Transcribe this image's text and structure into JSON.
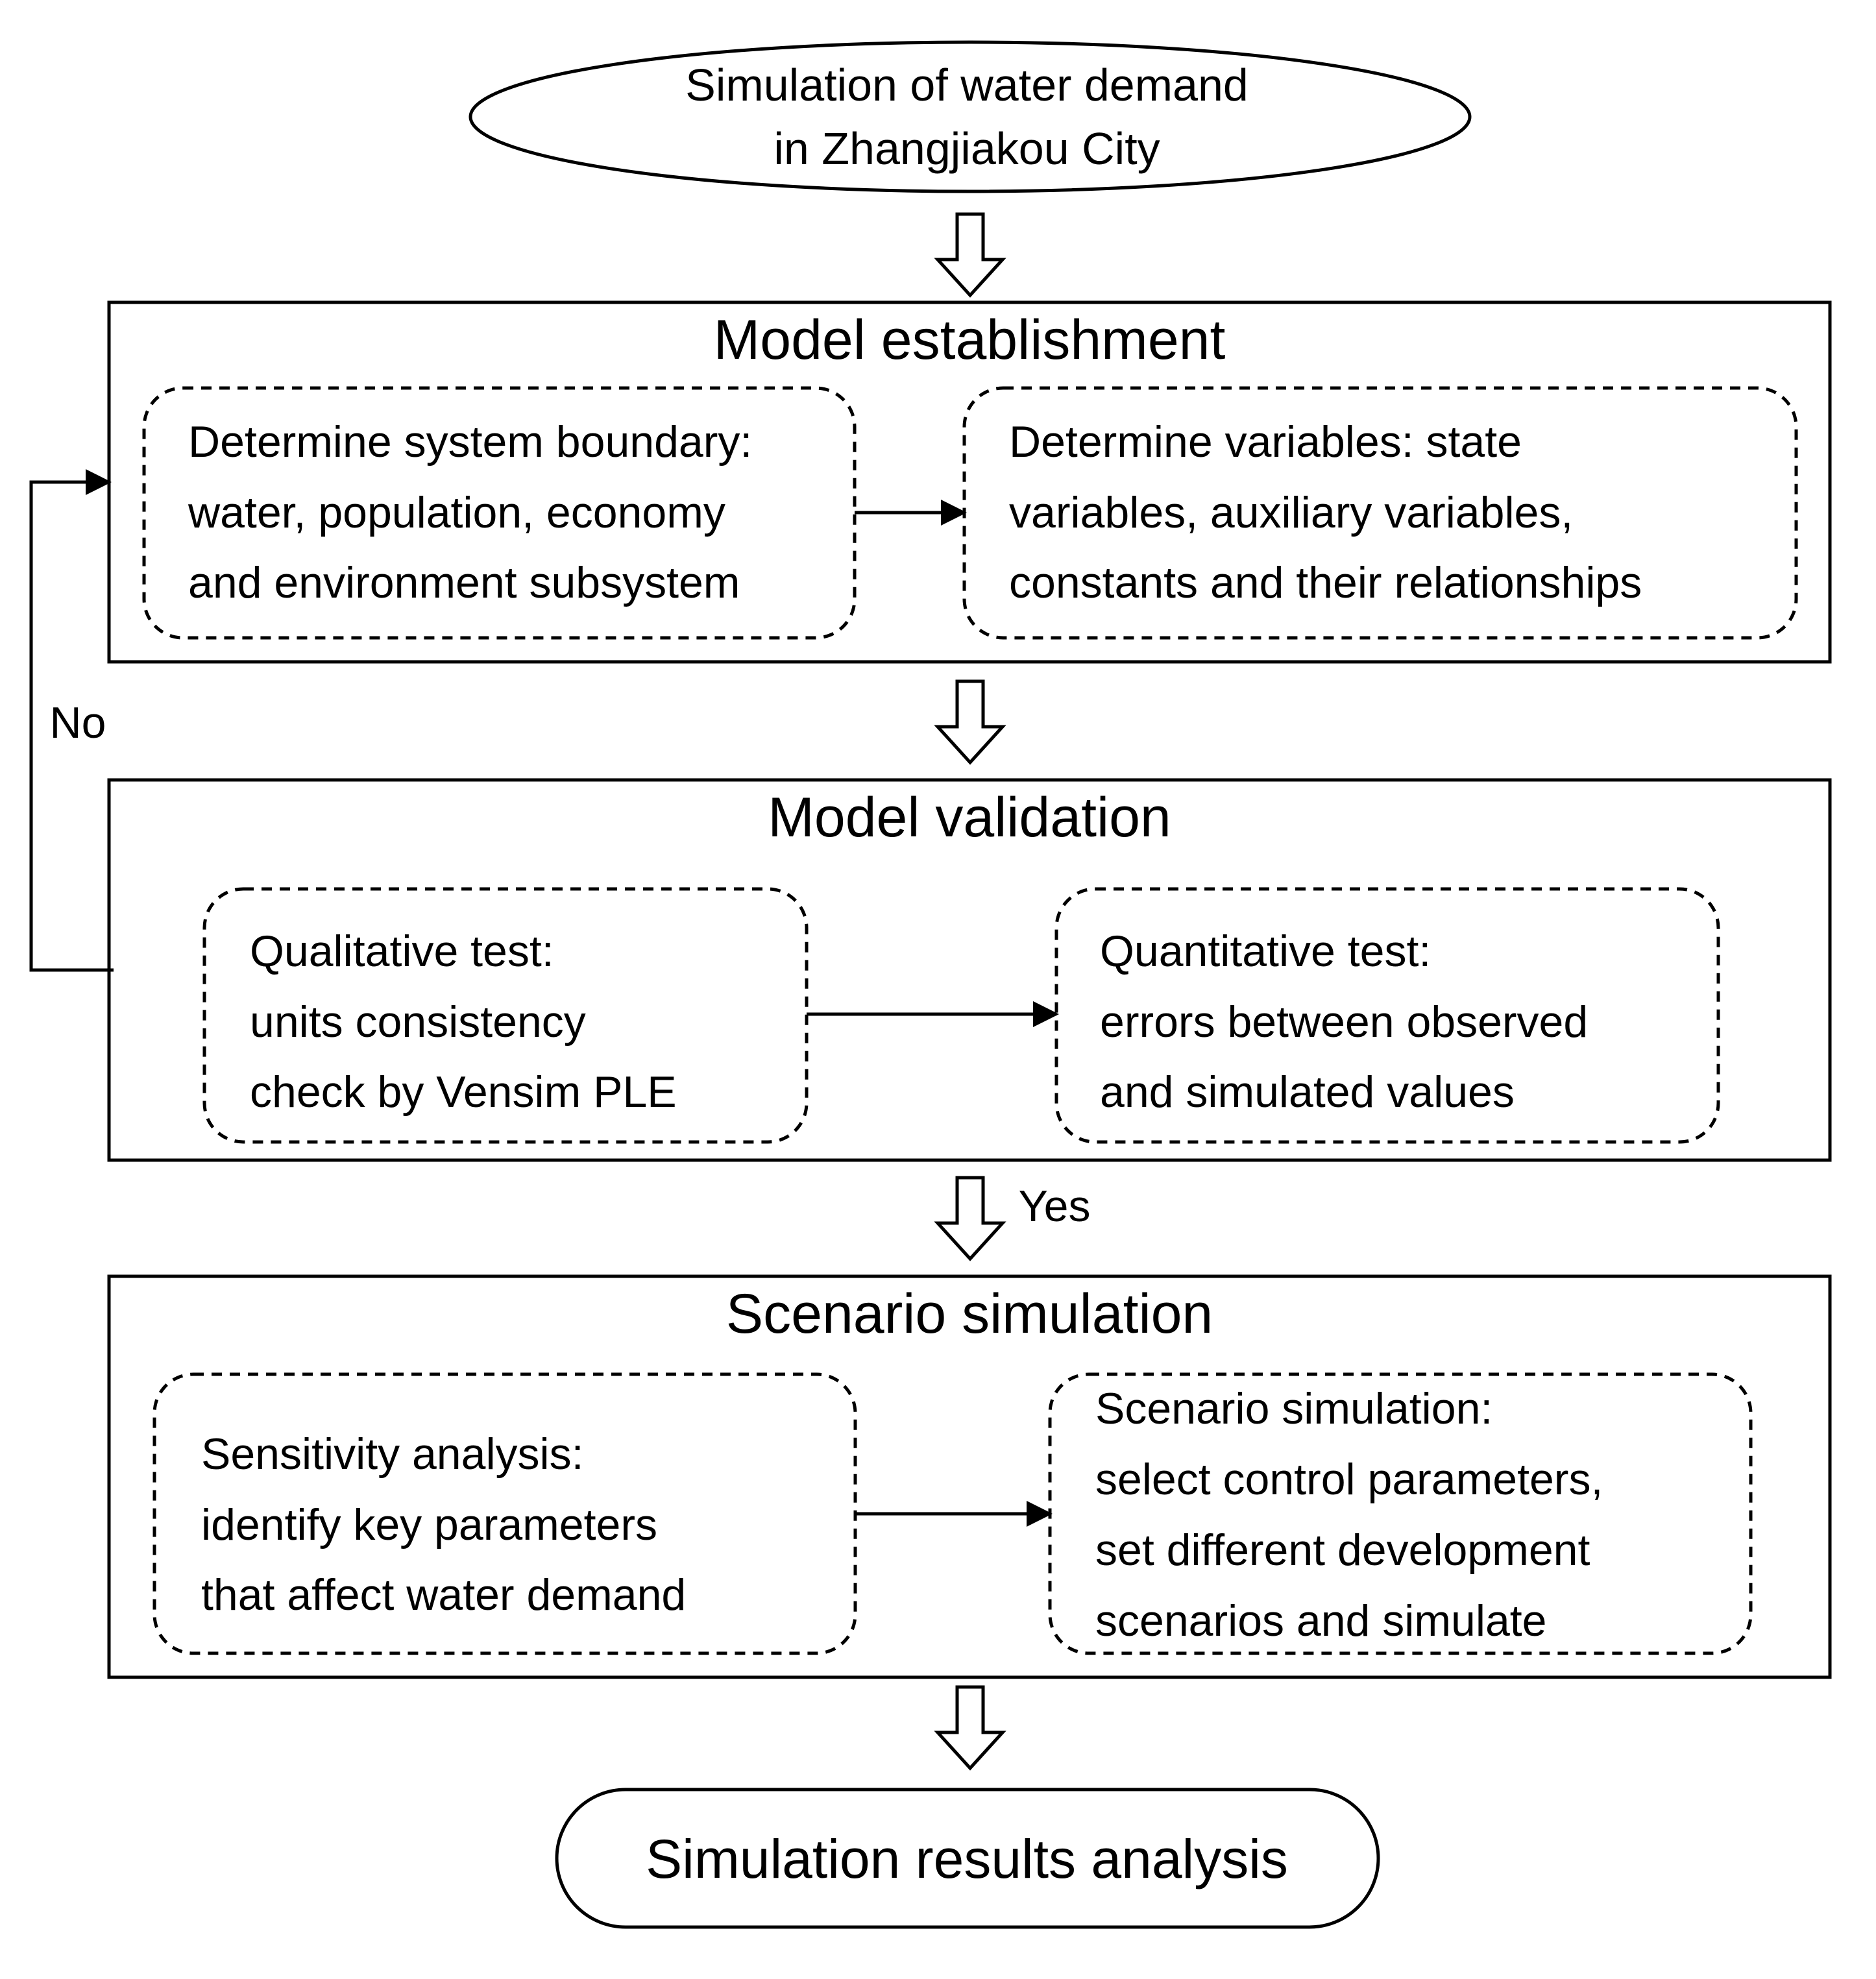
{
  "start": {
    "text": "Simulation of water demand\nin Zhangjiakou City"
  },
  "sections": {
    "establishment": {
      "title": "Model establishment",
      "left_box": "Determine system boundary:\nwater, population, economy\nand environment subsystem",
      "right_box": "Determine variables: state\nvariables, auxiliary variables,\nconstants and their relationships"
    },
    "validation": {
      "title": "Model validation",
      "left_box": "Qualitative test:\n units consistency\ncheck by Vensim PLE",
      "right_box": "Quantitative test:\nerrors between observed\nand simulated values"
    },
    "scenario": {
      "title": "Scenario simulation",
      "left_box": "Sensitivity analysis:\nidentify key parameters\nthat affect water demand",
      "right_box": "Scenario simulation:\nselect control parameters,\nset different development\nscenarios and simulate"
    }
  },
  "edges": {
    "no_label": "No",
    "yes_label": "Yes"
  },
  "end": {
    "text": "Simulation results analysis"
  }
}
